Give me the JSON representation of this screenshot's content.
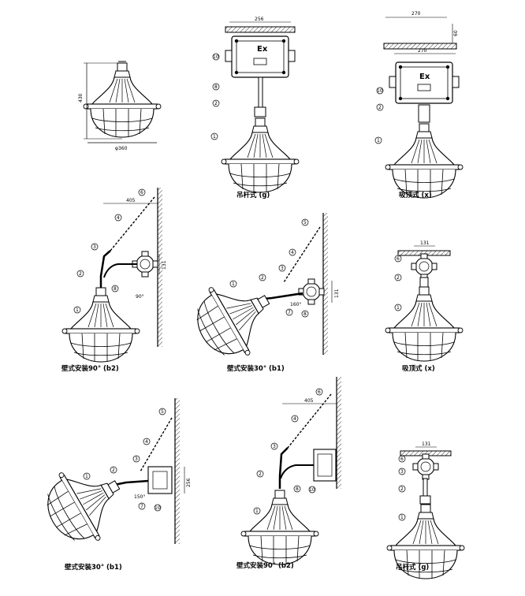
{
  "captions": {
    "pendant_g": "吊杆式 (g)",
    "ceiling_x": "吸顶式 (x)",
    "wall90_b2": "壁式安装90° (b2)",
    "wall30_b1": "壁式安装30° (b1)",
    "ceiling_x2": "吸顶式 (x)",
    "wall30_b1_2": "壁式安装30° (b1)",
    "wall90_b2_2": "壁式安装90° (b2)",
    "pendant_g2": "吊杆式 (g)"
  },
  "box_label": "Ex",
  "dims": {
    "height_430": "430",
    "dia_360": "φ360",
    "w256": "256",
    "w270_top": "270",
    "w270": "270",
    "h60": "60",
    "d405_a": "405",
    "h131_a": "131",
    "h131_b": "131",
    "w131_c": "131",
    "h256_d": "256",
    "d405_e": "405",
    "w131_f": "131",
    "angle90": "90°",
    "angle160": "160°",
    "angle150": "150°"
  },
  "callouts": [
    "1",
    "2",
    "3",
    "4",
    "5",
    "6",
    "7",
    "8",
    "10"
  ]
}
